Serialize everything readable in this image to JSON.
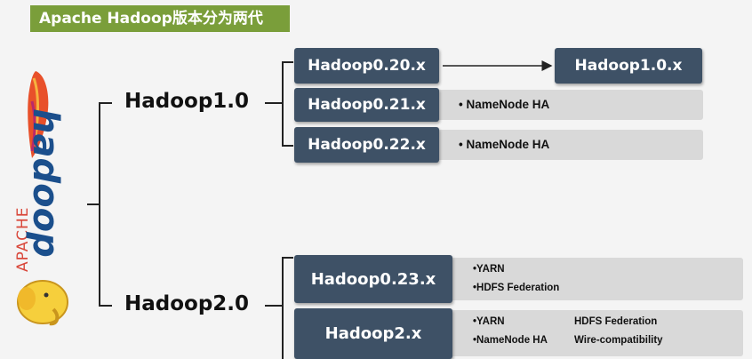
{
  "title": "Apache Hadoop版本分为两代",
  "logo": {
    "brand_text": "APACHE",
    "product_text": "hadoop"
  },
  "generations": [
    {
      "label": "Hadoop1.0",
      "versions": [
        {
          "name": "Hadoop0.20.x",
          "arrow_to": "Hadoop1.0.x"
        },
        {
          "name": "Hadoop0.21.x",
          "notes": [
            "• NameNode HA"
          ]
        },
        {
          "name": "Hadoop0.22.x",
          "notes": [
            "• NameNode HA"
          ]
        }
      ]
    },
    {
      "label": "Hadoop2.0",
      "versions": [
        {
          "name": "Hadoop0.23.x",
          "notes": [
            "•YARN",
            "•HDFS Federation"
          ]
        },
        {
          "name": "Hadoop2.x",
          "notes": [
            "•YARN",
            "HDFS Federation",
            "•NameNode HA",
            "Wire-compatibility"
          ]
        }
      ]
    }
  ],
  "colors": {
    "banner": "#7a9e3a",
    "version_box": "#3e5166",
    "note_bar": "#d9d9d9",
    "accent": "#e8502a"
  }
}
